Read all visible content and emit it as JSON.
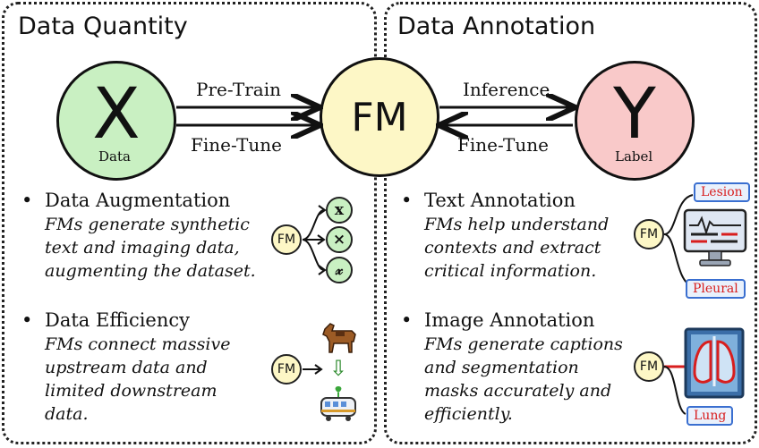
{
  "left_panel": {
    "title": "Data Quantity",
    "x_node": {
      "letter": "X",
      "sublabel": "Data"
    },
    "edge_pretrain": "Pre-Train",
    "edge_finetune": "Fine-Tune",
    "items": [
      {
        "title": "Data Augmentation",
        "lines": [
          "FMs generate synthetic",
          "text and imaging data,",
          "augmenting the dataset."
        ],
        "icon": {
          "fm": "FM",
          "outputs": [
            "x",
            "×",
            "𝓍"
          ]
        }
      },
      {
        "title": "Data Efficiency",
        "lines": [
          "FMs connect massive",
          "upstream data and",
          "limited downstream",
          "data."
        ],
        "icon": {
          "fm": "FM",
          "arrow": "⇩",
          "top": "horse-icon",
          "bottom": "train-icon"
        }
      }
    ]
  },
  "center_node": {
    "label": "FM"
  },
  "right_panel": {
    "title": "Data Annotation",
    "y_node": {
      "letter": "Y",
      "sublabel": "Label"
    },
    "edge_inference": "Inference",
    "edge_finetune": "Fine-Tune",
    "items": [
      {
        "title": "Text Annotation",
        "lines": [
          "FMs help understand",
          "contexts and extract",
          "critical information."
        ],
        "icon": {
          "fm": "FM",
          "tag_top": "Lesion",
          "tag_bottom": "Pleural"
        }
      },
      {
        "title": "Image Annotation",
        "lines": [
          "FMs generate captions",
          "and segmentation",
          "masks accurately and",
          "efficiently."
        ],
        "icon": {
          "fm": "FM",
          "tag_bottom": "Lung"
        }
      }
    ]
  },
  "colors": {
    "x_fill": "#c9f0c2",
    "fm_fill": "#fdf7c6",
    "y_fill": "#f9c9c9",
    "tag_border": "#3a6fd0",
    "tag_text": "#d81e1e"
  }
}
